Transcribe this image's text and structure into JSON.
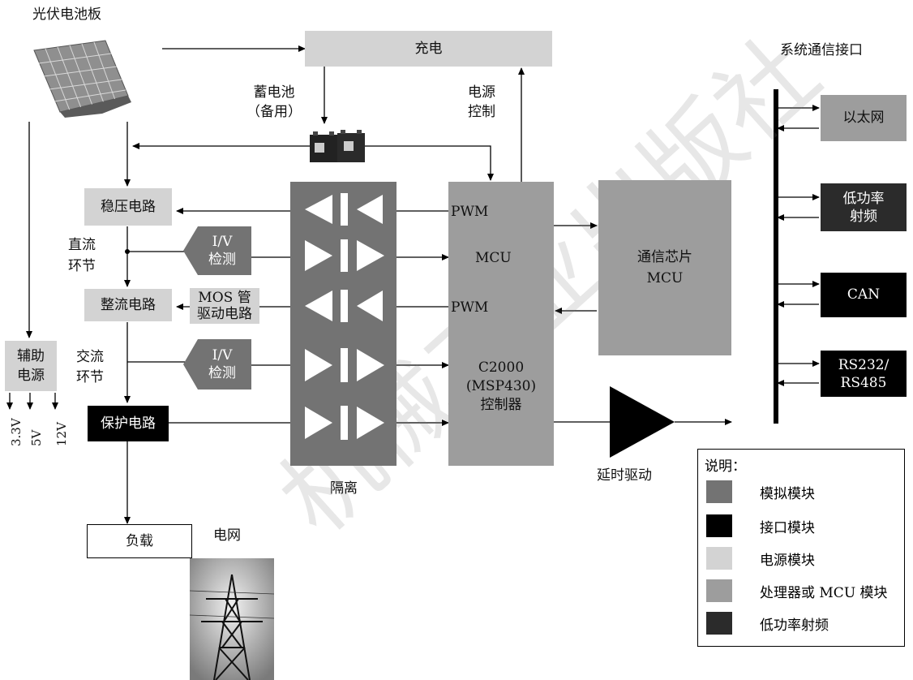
{
  "labels": {
    "solar_panel": "光伏电池板",
    "charge": "充电",
    "battery_line1": "蓄电池",
    "battery_line2": "（备用）",
    "power_ctrl_line1": "电源",
    "power_ctrl_line2": "控制",
    "regulator": "稳压电路",
    "dc_line1": "直流",
    "dc_line2": "环节",
    "iv1_line1": "I/V",
    "iv1_line2": "检测",
    "rectifier": "整流电路",
    "mos_line1": "MOS 管",
    "mos_line2": "驱动电路",
    "ac_line1": "交流",
    "ac_line2": "环节",
    "iv2_line1": "I/V",
    "iv2_line2": "检测",
    "aux_line1": "辅助",
    "aux_line2": "电源",
    "v33": "3.3V",
    "v5": "5V",
    "v12": "12V",
    "protection": "保护电路",
    "load": "负载",
    "grid": "电网",
    "isolation": "隔离",
    "pwm1": "PWM",
    "mcu_in": "MCU",
    "pwm2": "PWM",
    "controller_line1": "C2000",
    "controller_line2": "(MSP430)",
    "controller_line3": "控制器",
    "comm_chip_line1": "通信芯片",
    "comm_chip_line2": "MCU",
    "delay_drive": "延时驱动",
    "sys_comm": "系统通信接口",
    "ethernet": "以太网",
    "lowpower_rf_line1": "低功率",
    "lowpower_rf_line2": "射频",
    "can": "CAN",
    "rs_line1": "RS232/",
    "rs_line2": "RS485",
    "watermark": "机械工业出版社"
  },
  "legend": {
    "title": "说明：",
    "items": [
      {
        "label": "模拟模块",
        "color": "#737373"
      },
      {
        "label": "接口模块",
        "color": "#000000"
      },
      {
        "label": "电源模块",
        "color": "#d3d3d3"
      },
      {
        "label": "处理器或 MCU 模块",
        "color": "#9d9d9d"
      },
      {
        "label": "低功率射频",
        "color": "#2b2b2b"
      }
    ]
  }
}
